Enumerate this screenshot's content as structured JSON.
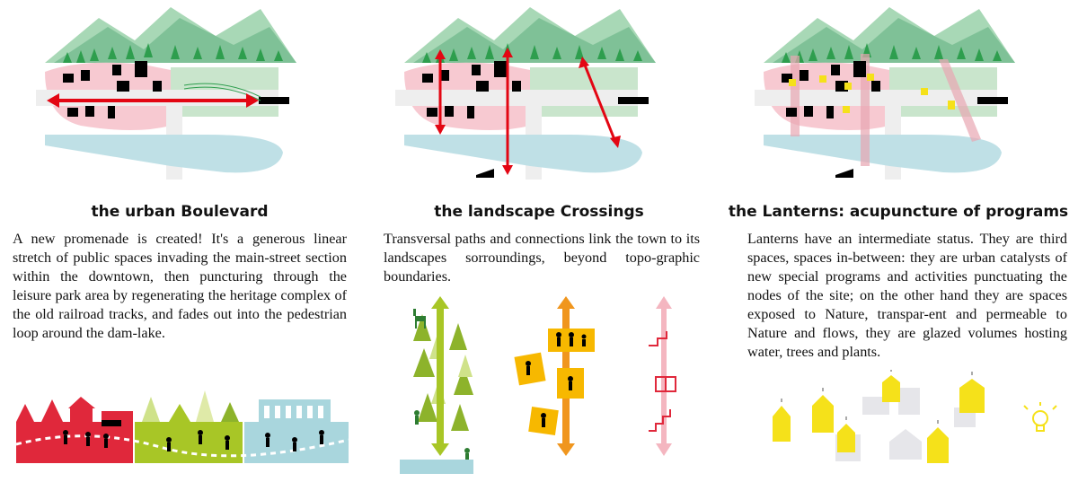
{
  "panels": [
    {
      "title": "the urban Boulevard",
      "text": "A new promenade is created! It's a generous linear stretch of public spaces invading the main-street section within the downtown, then puncturing through the leisure park area by regenerating the heritage complex of the old railroad tracks, and fades out into the pedestrian loop around the dam-lake."
    },
    {
      "title": "the landscape Crossings",
      "text": "Transversal paths and connections link the town to its landscapes sorroundings, beyond topo-graphic boundaries."
    },
    {
      "title": "the Lanterns: acupuncture of programs",
      "text": "Lanterns have an intermediate status. They are third spaces, spaces in-between: they are urban catalysts of new special programs and activities punctuating the nodes of the site; on the other hand they are spaces exposed to Nature, transpar-ent and permeable to Nature and flows, they are glazed volumes hosting water, trees and plants."
    }
  ],
  "colors": {
    "mountain": "#7fc197",
    "mountain_light": "#a8d8b6",
    "forest": "#2e9e4e",
    "town": "#f7c9d1",
    "park": "#c9e5cc",
    "lake": "#bfe0e6",
    "road": "#eeeeee",
    "arrow": "#e30613",
    "lantern": "#f5e11a",
    "boulevard_red": "#e0283b",
    "boulevard_green": "#a8c626",
    "boulevard_blue": "#a9d6dd",
    "crossing_green": "#8db32b",
    "crossing_orange": "#f0961e",
    "crossing_pink": "#f4b6c0"
  },
  "icons": [
    "deer-icon",
    "hiker-icon",
    "family-icon",
    "elevator-icon",
    "stairs-icon",
    "lightbulb-icon"
  ]
}
